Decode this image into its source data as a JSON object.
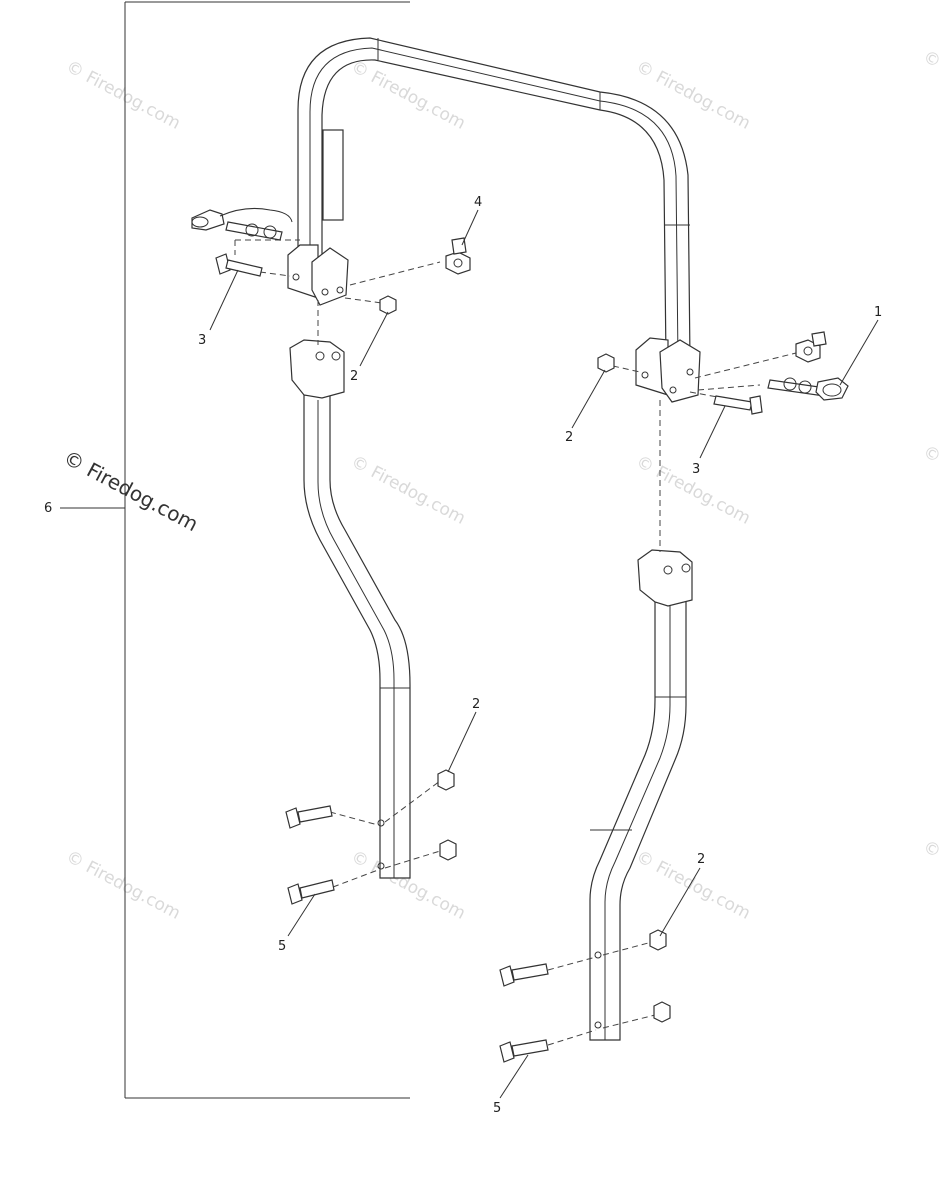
{
  "callouts": {
    "c1": "1",
    "c2_upper_left": "2",
    "c2_upper_right": "2",
    "c2_lower_left": "2",
    "c2_lower_right": "2",
    "c3_left": "3",
    "c3_right": "3",
    "c4": "4",
    "c5_left": "5",
    "c5_right": "5",
    "c6": "6"
  },
  "watermark": {
    "primary": "© Firedog.com",
    "faint": "© Firedog.com"
  }
}
